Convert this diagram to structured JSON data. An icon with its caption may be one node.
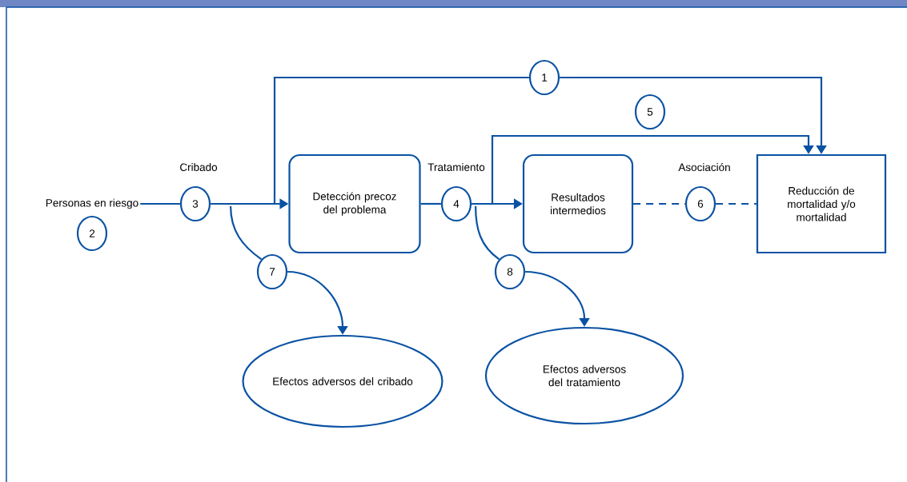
{
  "diagram": {
    "nodes": [
      {
        "text": [
          "Personas en riesgo"
        ]
      },
      {
        "text": [
          "2"
        ]
      },
      {
        "text": [
          "3"
        ]
      },
      {
        "text": [
          "Detección precoz del problema"
        ]
      },
      {
        "text": [
          "4"
        ]
      },
      {
        "text": [
          "Resultados intermedios"
        ]
      },
      {
        "text": [
          "6"
        ]
      },
      {
        "text": [
          "Reducción de mortalidad y/o mortalidad"
        ]
      },
      {
        "text": [
          "1"
        ]
      },
      {
        "text": [
          "5"
        ]
      },
      {
        "text": [
          "7"
        ]
      },
      {
        "text": [
          "8"
        ]
      },
      {
        "text": [
          "Efectos adversos del cribado"
        ]
      },
      {
        "text": [
          "Efectos adversos del tratamiento"
        ]
      }
    ],
    "edges": [
      {
        "from": 0,
        "to": 2,
        "arrow": "none"
      },
      {
        "from": 2,
        "to": 3,
        "arrow": "to"
      },
      {
        "from": 3,
        "to": 4,
        "arrow": "none"
      },
      {
        "from": 4,
        "to": 5,
        "arrow": "to"
      },
      {
        "from": 5,
        "to": 6,
        "arrow": "none",
        "style": "dashed"
      },
      {
        "from": 6,
        "to": 7,
        "arrow": "none",
        "style": "dashed"
      },
      {
        "from": null,
        "to": 8,
        "arrow": "none"
      },
      {
        "from": 8,
        "to": 7,
        "arrow": "to"
      },
      {
        "from": 4,
        "to": 7,
        "arrow": "to"
      },
      {
        "from": 2,
        "to": 10,
        "arrow": "none"
      },
      {
        "from": 10,
        "to": 12,
        "arrow": "to"
      },
      {
        "from": 4,
        "to": 11,
        "arrow": "none"
      },
      {
        "from": 11,
        "to": 13,
        "arrow": "to"
      }
    ],
    "labels": [
      "Cribado",
      "Tratamiento",
      "Asociación"
    ]
  }
}
